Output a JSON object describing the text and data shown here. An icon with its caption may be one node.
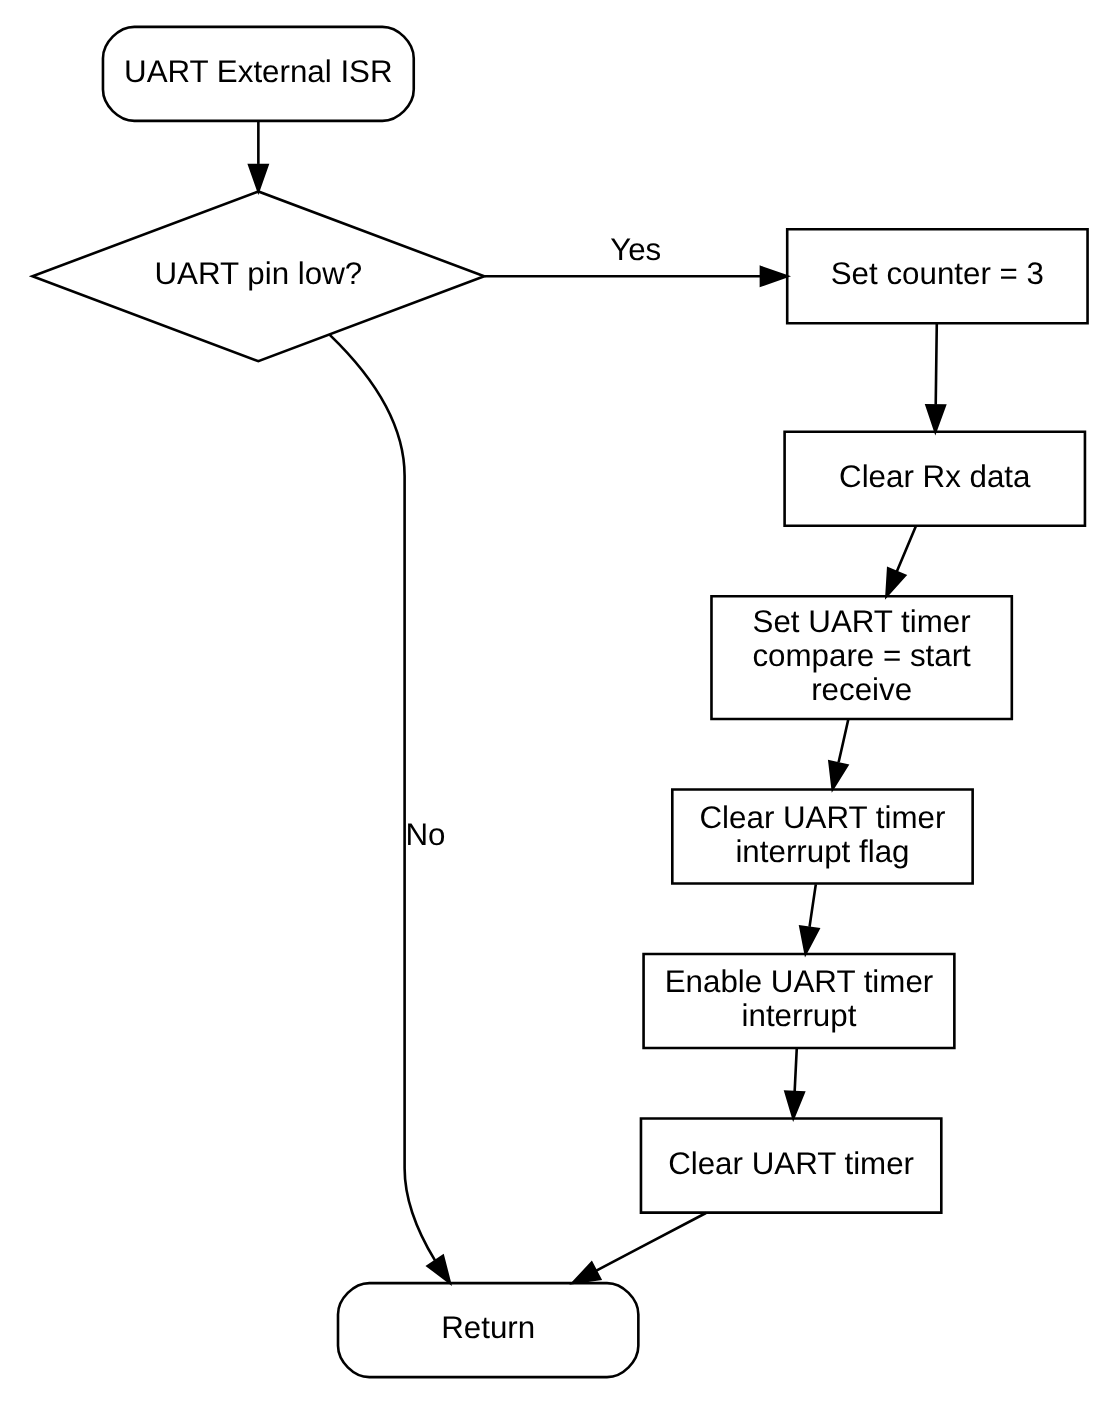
{
  "diagram": {
    "nodes": [
      {
        "text": [
          "UART External ISR"
        ]
      },
      {
        "text": [
          "UART pin low?"
        ]
      },
      {
        "text": [
          "Set counter = 3"
        ]
      },
      {
        "text": [
          "Clear Rx data"
        ]
      },
      {
        "text": [
          "Set UART timer compare = start receive"
        ]
      },
      {
        "text": [
          "Clear UART timer interrupt flag"
        ]
      },
      {
        "text": [
          "Enable UART timer interrupt"
        ]
      },
      {
        "text": [
          "Clear UART timer"
        ]
      },
      {
        "text": [
          "Return"
        ]
      }
    ],
    "edges": [
      {
        "from": 0,
        "to": 1,
        "arrow": "to"
      },
      {
        "from": 1,
        "to": 2,
        "arrow": "to",
        "label": "Yes"
      },
      {
        "from": 2,
        "to": 3,
        "arrow": "to"
      },
      {
        "from": 3,
        "to": 4,
        "arrow": "to"
      },
      {
        "from": 4,
        "to": 5,
        "arrow": "to"
      },
      {
        "from": 5,
        "to": 6,
        "arrow": "to"
      },
      {
        "from": 6,
        "to": 7,
        "arrow": "to"
      },
      {
        "from": 7,
        "to": 8,
        "arrow": "to"
      },
      {
        "from": 1,
        "to": 8,
        "arrow": "to",
        "label": "No"
      }
    ]
  }
}
